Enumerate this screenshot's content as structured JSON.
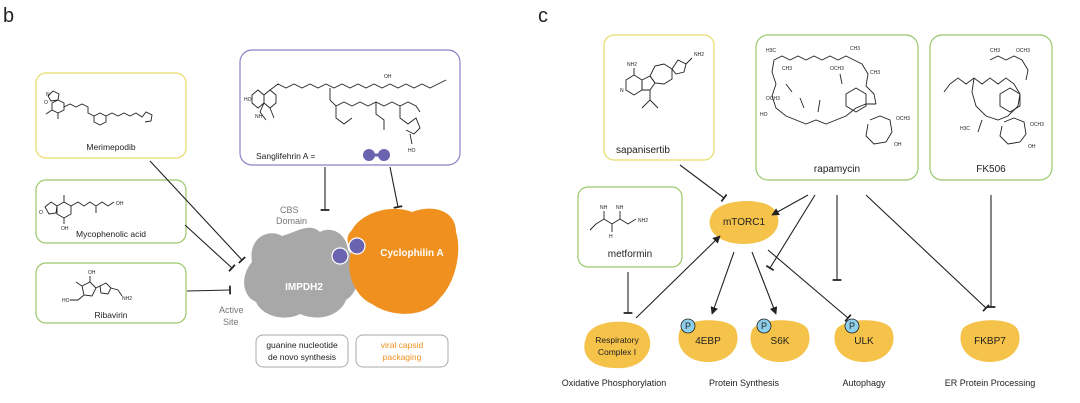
{
  "panels": {
    "b": "b",
    "c": "c"
  },
  "colors": {
    "yellow_border": "#e8dc6a",
    "green_border": "#9ac86a",
    "purple_border": "#8a82c8",
    "gray_protein": "#a8a8a8",
    "orange_protein": "#f0901e",
    "yellow_protein": "#f5c24a",
    "phospho_blue": "#8ed0ec",
    "cyclophilin_dots": "#6a63b0",
    "orange_text": "#f0901e"
  },
  "panel_b": {
    "drugs": {
      "merimepodib": "Merimepodib",
      "mycophenolic_acid": "Mycophenolic acid",
      "ribavirin": "Ribavirin",
      "sanglifehrin": "Sanglifehrin A  ="
    },
    "proteins": {
      "impdh2": "IMPDH2",
      "cyclophilin": "Cyclophilin A"
    },
    "domains": {
      "cbs_line1": "CBS",
      "cbs_line2": "Domain",
      "active_line1": "Active",
      "active_line2": "Site"
    },
    "processes": {
      "guanine_line1": "guanine nucleotide",
      "guanine_line2": "de novo synthesis",
      "viral_line1": "viral capsid",
      "viral_line2": "packaging"
    }
  },
  "panel_c": {
    "drugs": {
      "sapanisertib": "sapanisertib",
      "rapamycin": "rapamycin",
      "fk506": "FK506",
      "metformin": "metformin"
    },
    "proteins": {
      "mtorc1": "mTORC1",
      "resp_line1": "Respiratory",
      "resp_line2": "Complex I",
      "ebp": "4EBP",
      "s6k": "S6K",
      "ulk": "ULK",
      "fkbp7": "FKBP7"
    },
    "phospho_label": "P",
    "processes": {
      "oxidative": "Oxidative Phosphorylation",
      "protein_synthesis": "Protein Synthesis",
      "autophagy": "Autophagy",
      "er_processing": "ER Protein Processing"
    }
  },
  "atoms": {
    "nh2": "NH2",
    "n": "N",
    "o": "O",
    "oh": "OH",
    "ho": "HO",
    "h": "H",
    "nh": "NH",
    "ch3": "CH3",
    "och3": "OCH3",
    "h3c": "H3C"
  }
}
